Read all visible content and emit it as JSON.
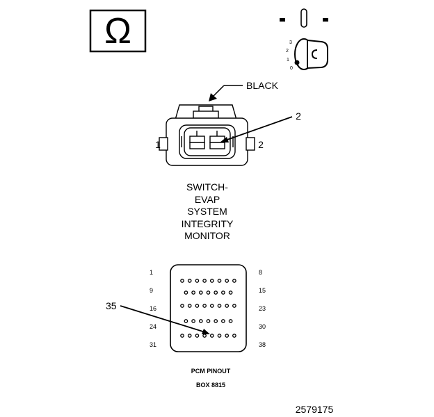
{
  "ohm_symbol": "Ω",
  "ignition_positions": [
    "3",
    "2",
    "1",
    "0"
  ],
  "connector": {
    "wire_color": "BLACK",
    "pin_left": "1",
    "pin_right": "2",
    "callout": "2"
  },
  "title_lines": [
    "SWITCH-",
    "EVAP",
    "SYSTEM",
    "INTEGRITY",
    "MONITOR"
  ],
  "pcm": {
    "row_left_labels": [
      "1",
      "9",
      "16",
      "24",
      "31"
    ],
    "row_right_labels": [
      "8",
      "15",
      "23",
      "30",
      "38"
    ],
    "row_pin_counts": [
      8,
      7,
      8,
      7,
      8
    ],
    "callout": "35",
    "caption_line1": "PCM PINOUT",
    "caption_line2": "BOX 8815"
  },
  "figure_number": "2579175"
}
